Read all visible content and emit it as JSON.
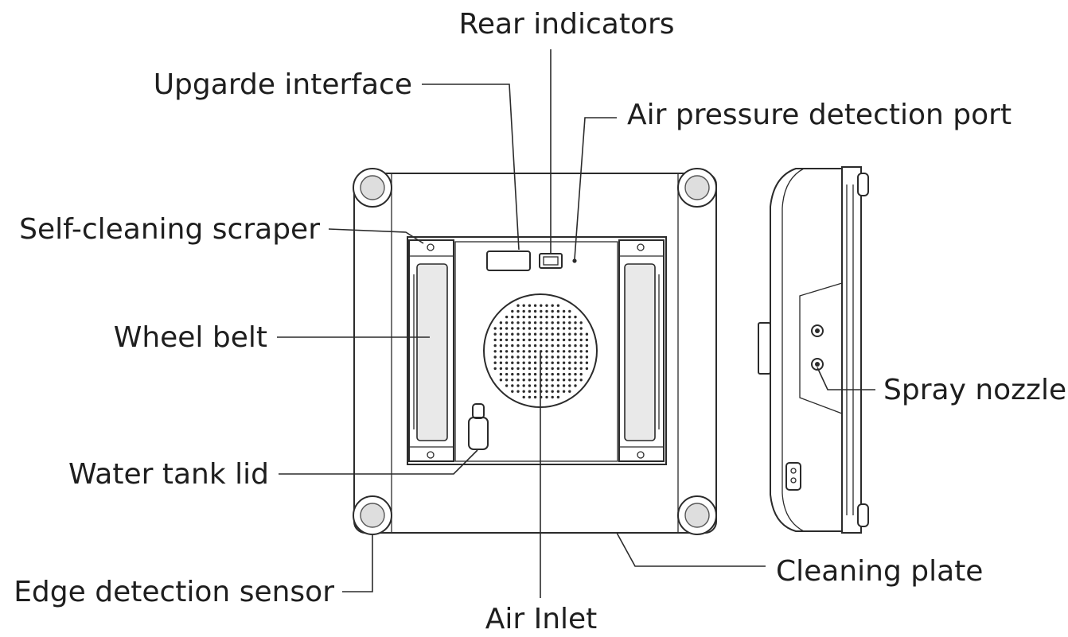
{
  "labels": {
    "rear_indicators": "Rear indicators",
    "upgrade_interface": "Upgarde interface",
    "air_pressure_port": "Air pressure detection port",
    "self_cleaning_scraper": "Self-cleaning scraper",
    "wheel_belt": "Wheel belt",
    "spray_nozzle": "Spray nozzle",
    "water_tank_lid": "Water tank lid",
    "cleaning_plate": "Cleaning plate",
    "edge_detection_sensor": "Edge detection sensor",
    "air_inlet": "Air Inlet"
  }
}
